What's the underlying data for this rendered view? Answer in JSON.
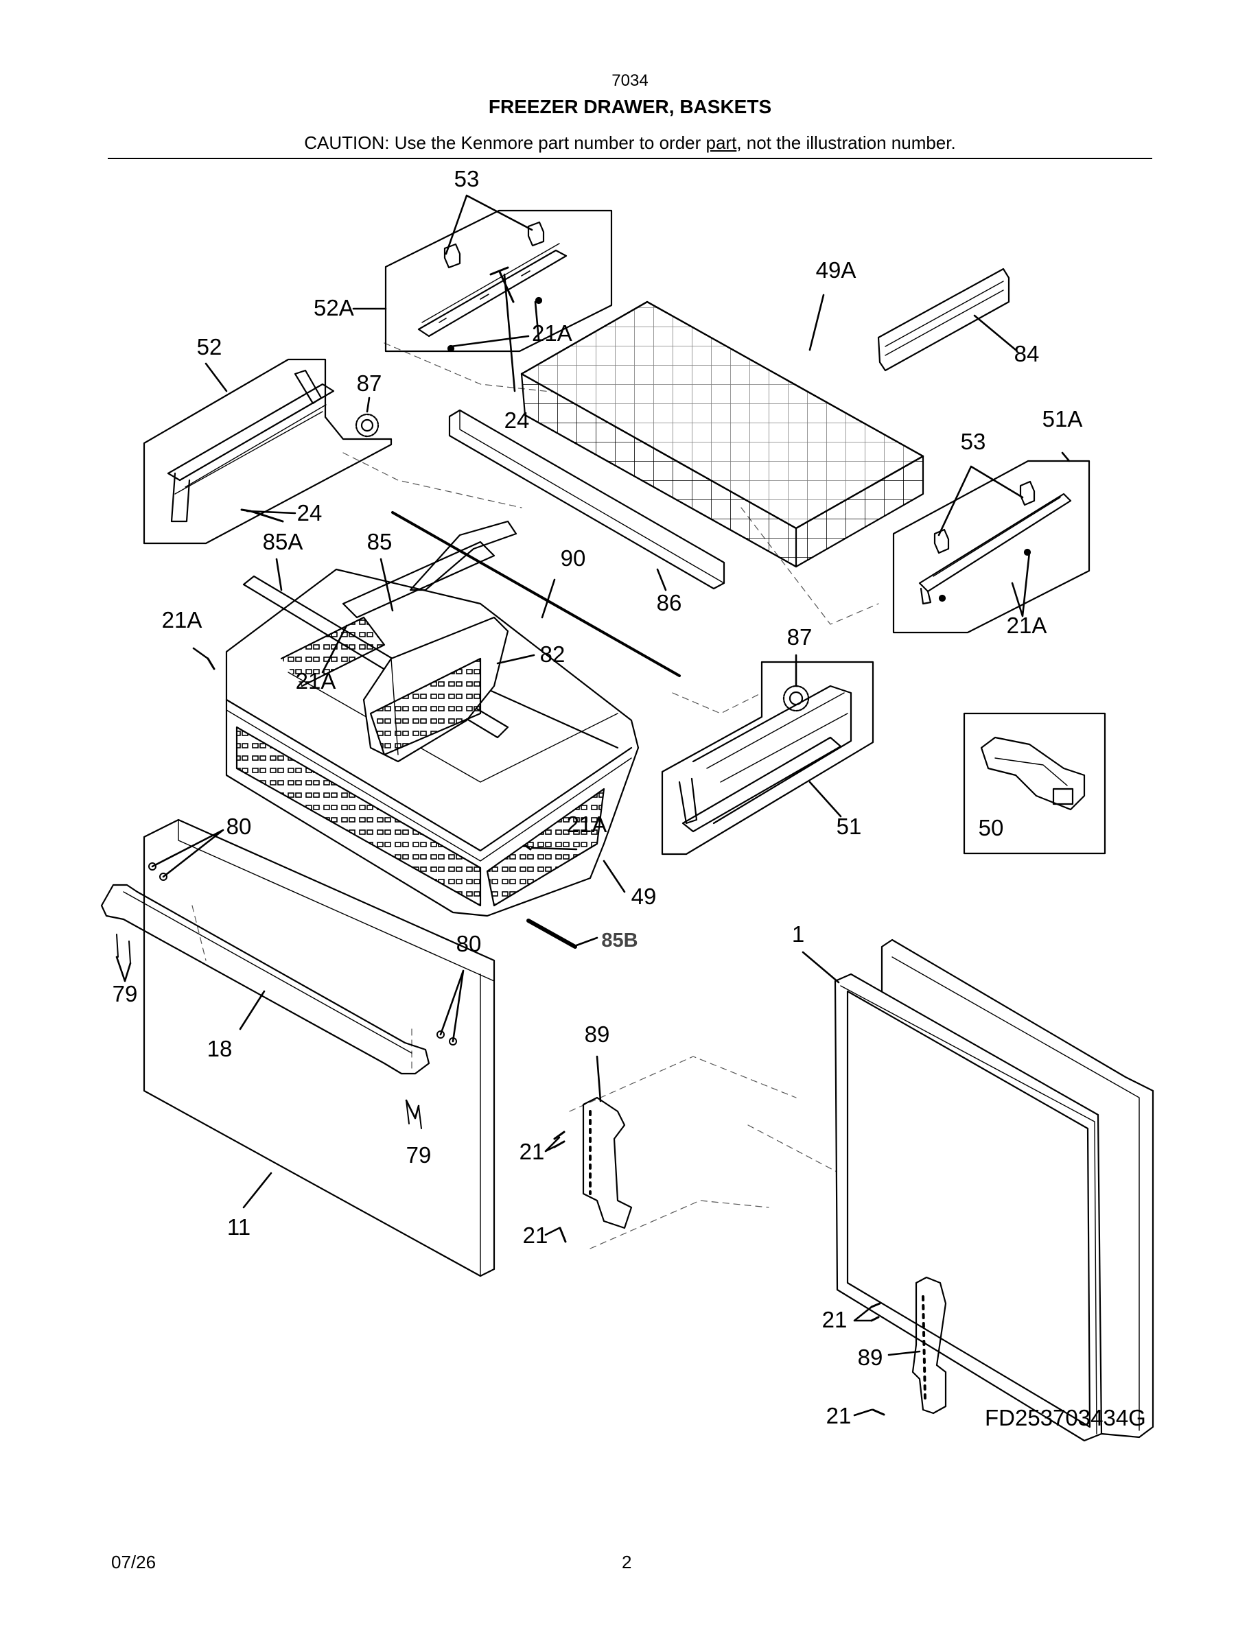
{
  "header": {
    "model": "7034",
    "title": "FREEZER DRAWER, BASKETS",
    "caution_prefix": "CAUTION: Use the Kenmore part number to order ",
    "caution_link": "part",
    "caution_suffix": ", not the illustration number."
  },
  "callouts": [
    {
      "id": "c53a",
      "text": "53"
    },
    {
      "id": "c52A",
      "text": "52A"
    },
    {
      "id": "c21A_top",
      "text": "21A"
    },
    {
      "id": "c52",
      "text": "52"
    },
    {
      "id": "c87_left",
      "text": "87"
    },
    {
      "id": "c24_mid",
      "text": "24"
    },
    {
      "id": "c49A",
      "text": "49A"
    },
    {
      "id": "c84",
      "text": "84"
    },
    {
      "id": "c51A",
      "text": "51A"
    },
    {
      "id": "c53b",
      "text": "53"
    },
    {
      "id": "c24_left",
      "text": "24"
    },
    {
      "id": "c85A",
      "text": "85A"
    },
    {
      "id": "c85",
      "text": "85"
    },
    {
      "id": "c90",
      "text": "90"
    },
    {
      "id": "c86",
      "text": "86"
    },
    {
      "id": "c21A_right",
      "text": "21A"
    },
    {
      "id": "c21A_left",
      "text": "21A"
    },
    {
      "id": "c21A_basket",
      "text": "21A"
    },
    {
      "id": "c82",
      "text": "82"
    },
    {
      "id": "c87_right",
      "text": "87"
    },
    {
      "id": "c51",
      "text": "51"
    },
    {
      "id": "c50",
      "text": "50"
    },
    {
      "id": "c80_top",
      "text": "80"
    },
    {
      "id": "c21A_front",
      "text": "21A"
    },
    {
      "id": "c49",
      "text": "49"
    },
    {
      "id": "c85B",
      "text": "85B"
    },
    {
      "id": "c80_mid",
      "text": "80"
    },
    {
      "id": "c1",
      "text": "1"
    },
    {
      "id": "c79_left",
      "text": "79"
    },
    {
      "id": "c18",
      "text": "18"
    },
    {
      "id": "c89_mid",
      "text": "89"
    },
    {
      "id": "c21_mid1",
      "text": "21"
    },
    {
      "id": "c79_right",
      "text": "79"
    },
    {
      "id": "c11",
      "text": "11"
    },
    {
      "id": "c21_mid2",
      "text": "21"
    },
    {
      "id": "c21_r1",
      "text": "21"
    },
    {
      "id": "c89_right",
      "text": "89"
    },
    {
      "id": "c21_r2",
      "text": "21"
    }
  ],
  "figure_code": "FD253703434G",
  "footer": {
    "date": "07/26",
    "page": "2"
  }
}
